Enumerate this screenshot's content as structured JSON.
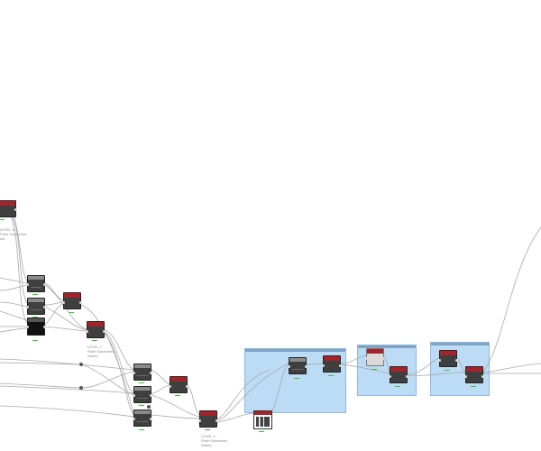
{
  "canvas": {
    "background": "#ffffff"
  },
  "colors": {
    "wire": "#a9a9a9",
    "node_body": "#3f3f3f",
    "node_header_red": "#a5232b",
    "group_fill": "#bcdcf6",
    "status_text": "#32c832",
    "note_text": "#8a8a8a"
  },
  "notes": [
    {
      "id": "level3",
      "text": "LEVEL 3\nPlate Subarches\nuts"
    },
    {
      "id": "level2",
      "text": "LEVEL 2\nPlate Subarches\nSwitch"
    },
    {
      "id": "level4",
      "text": "LEVEL 4\nPlate Subarches\nSwitch"
    }
  ],
  "node_icons": [
    "node-block-icon"
  ]
}
